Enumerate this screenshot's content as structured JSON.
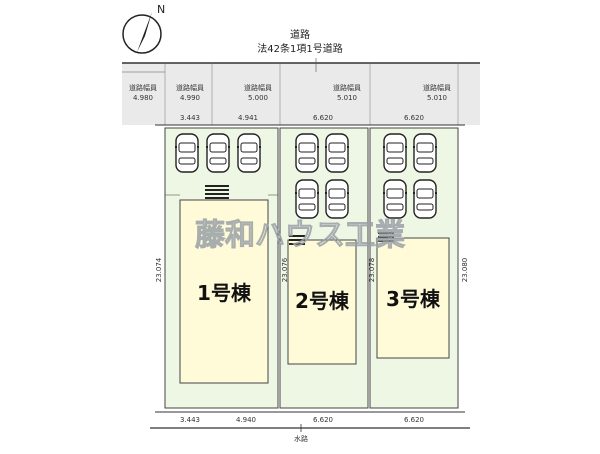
{
  "road": {
    "title": "道路",
    "subtitle": "法42条1項1号道路",
    "width_label": "道路幅員",
    "widths": [
      "4.980",
      "4.990",
      "5.000",
      "5.010",
      "5.010"
    ]
  },
  "frontage_top": [
    "3.443",
    "4.941",
    "6.620",
    "6.620"
  ],
  "frontage_bottom": [
    "3.443",
    "4.940",
    "6.620",
    "6.620"
  ],
  "depths": [
    "23.074",
    "23.076",
    "23.078",
    "23.080"
  ],
  "buildings": [
    {
      "label": "1号棟"
    },
    {
      "label": "2号棟"
    },
    {
      "label": "3号棟"
    }
  ],
  "waterway": "水路",
  "watermark": "藤和ハウス工業",
  "compass_letter": "N",
  "colors": {
    "lot_fill": "#eef6e4",
    "building_fill": "#fffbd8",
    "road_fill": "#eaeaea",
    "line": "#333333"
  }
}
